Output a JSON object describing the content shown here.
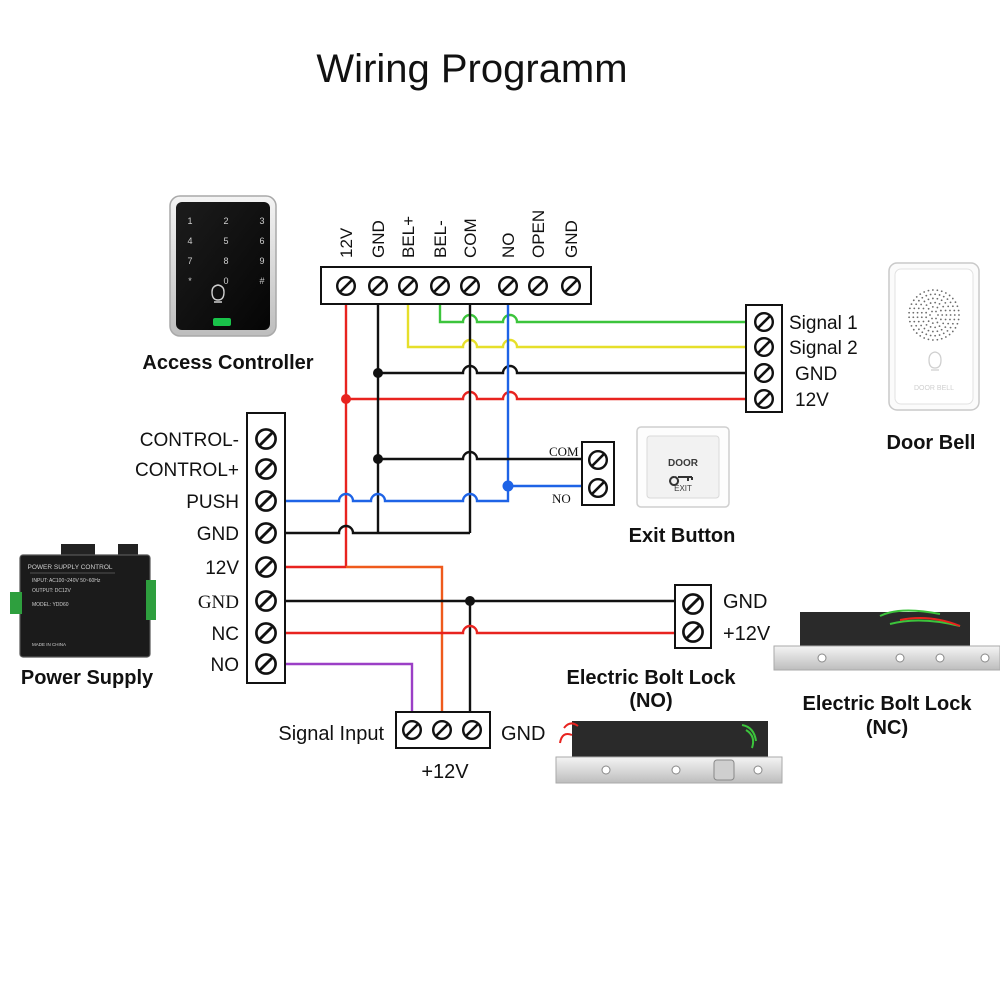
{
  "title": "Wiring Programm",
  "access_controller": {
    "label": "Access Controller",
    "keypad_keys": [
      "1",
      "2",
      "3",
      "4",
      "5",
      "6",
      "7",
      "8",
      "9",
      "*",
      "0",
      "#"
    ],
    "terminals": [
      "12V",
      "GND",
      "BEL+",
      "BEL-",
      "COM",
      "NO",
      "OPEN",
      "GND"
    ]
  },
  "door_bell": {
    "label": "Door Bell",
    "device_text": "DOOR BELL",
    "terminals": [
      "Signal 1",
      "Signal 2",
      "GND",
      "12V"
    ]
  },
  "power_supply": {
    "label": "Power Supply",
    "device_header": "POWER SUPPLY CONTROL",
    "device_lines": [
      "INPUT: AC100~240V 50~60Hz",
      "OUTPUT: DC12V",
      "MODEL: YDD60",
      "MADE IN CHINA"
    ],
    "terminals": [
      "CONTROL-",
      "CONTROL+",
      "PUSH",
      "GND",
      "12V",
      "GND",
      "NC",
      "NO"
    ]
  },
  "exit_button": {
    "label": "Exit Button",
    "device_top": "DOOR",
    "device_bottom": "EXIT",
    "terminals": [
      "COM",
      "NO"
    ]
  },
  "bolt_lock_no": {
    "label_line1": "Electric Bolt Lock",
    "label_line2": "(NO)",
    "terminal_left": "Signal Input",
    "terminal_right": "GND",
    "terminal_bottom": "+12V"
  },
  "bolt_lock_nc": {
    "label_line1": "Electric Bolt Lock",
    "label_line2": "(NC)",
    "terminals": [
      "GND",
      "+12V"
    ]
  },
  "colors": {
    "red": "#e8231f",
    "black": "#111111",
    "blue": "#1e63e6",
    "green": "#3cc43c",
    "yellow": "#e6df2a",
    "orange": "#ef5a1c",
    "purple": "#9b3fc6"
  }
}
